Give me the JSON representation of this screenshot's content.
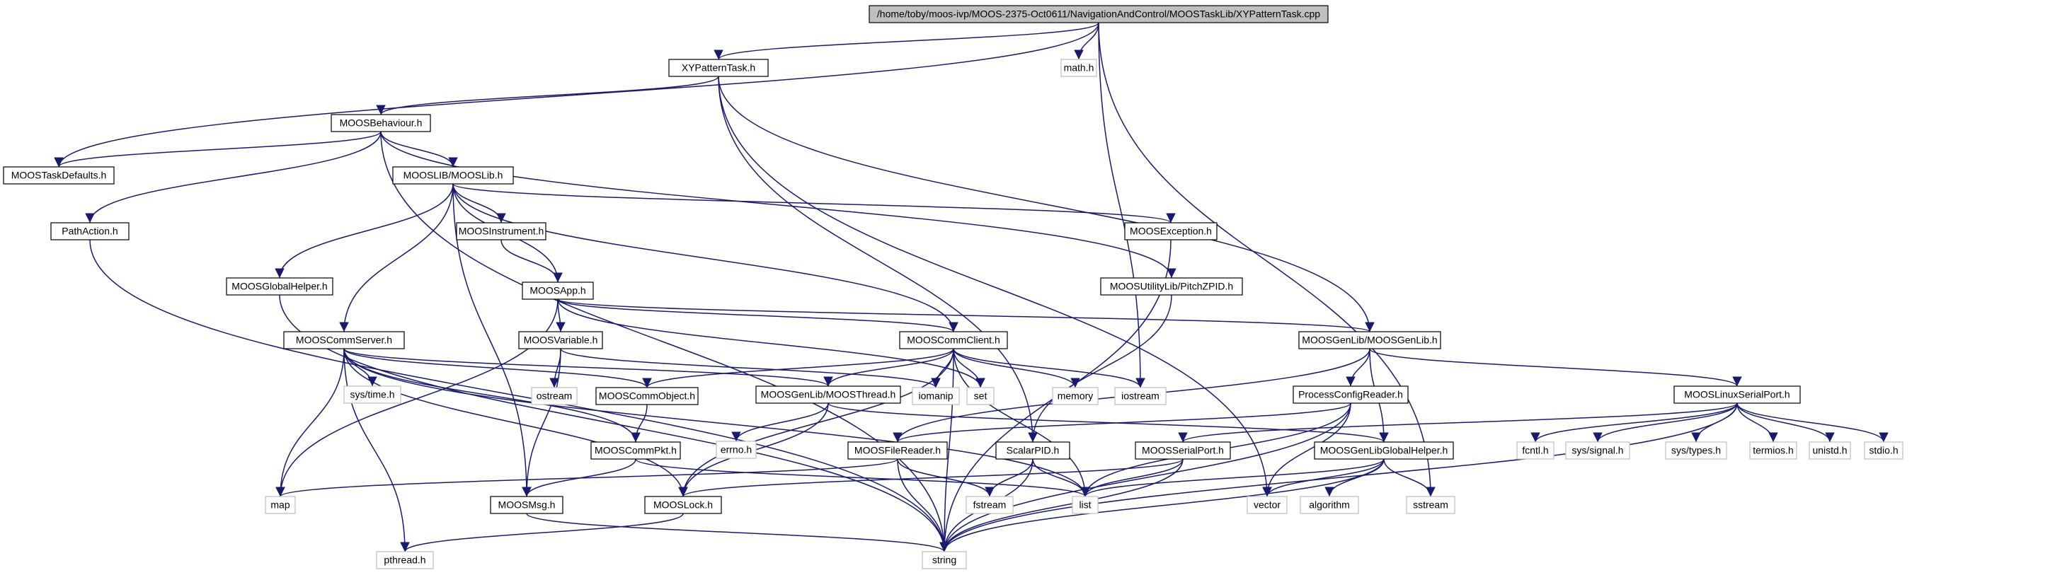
{
  "colors": {
    "edge": "#191970",
    "root_fill": "#bfbfbf",
    "node_border": "#000000",
    "external_border": "#bfbfbf",
    "text": "#000000",
    "external_text": "#000000"
  },
  "nodes": [
    {
      "id": "root",
      "label": "/home/toby/moos-ivp/MOOS-2375-Oct0611/NavigationAndControl/MOOSTaskLib/XYPatternTask.cpp",
      "kind": "root"
    },
    {
      "id": "xy",
      "label": "XYPatternTask.h",
      "kind": "header"
    },
    {
      "id": "math",
      "label": "math.h",
      "kind": "external"
    },
    {
      "id": "beh",
      "label": "MOOSBehaviour.h",
      "kind": "header"
    },
    {
      "id": "taskdef",
      "label": "MOOSTaskDefaults.h",
      "kind": "header"
    },
    {
      "id": "moosliblib",
      "label": "MOOSLIB/MOOSLib.h",
      "kind": "header"
    },
    {
      "id": "pathaction",
      "label": "PathAction.h",
      "kind": "header"
    },
    {
      "id": "instrument",
      "label": "MOOSInstrument.h",
      "kind": "header"
    },
    {
      "id": "exception",
      "label": "MOOSException.h",
      "kind": "header"
    },
    {
      "id": "globalhelper",
      "label": "MOOSGlobalHelper.h",
      "kind": "header"
    },
    {
      "id": "app",
      "label": "MOOSApp.h",
      "kind": "header"
    },
    {
      "id": "pitchzpid",
      "label": "MOOSUtilityLib/PitchZPID.h",
      "kind": "header"
    },
    {
      "id": "commserver",
      "label": "MOOSCommServer.h",
      "kind": "header"
    },
    {
      "id": "variable",
      "label": "MOOSVariable.h",
      "kind": "header"
    },
    {
      "id": "commclient",
      "label": "MOOSCommClient.h",
      "kind": "header"
    },
    {
      "id": "genlib",
      "label": "MOOSGenLib/MOOSGenLib.h",
      "kind": "header"
    },
    {
      "id": "systime",
      "label": "sys/time.h",
      "kind": "external"
    },
    {
      "id": "ostream",
      "label": "ostream",
      "kind": "external"
    },
    {
      "id": "commobject",
      "label": "MOOSCommObject.h",
      "kind": "header"
    },
    {
      "id": "thread",
      "label": "MOOSGenLib/MOOSThread.h",
      "kind": "header"
    },
    {
      "id": "iomanip",
      "label": "iomanip",
      "kind": "external"
    },
    {
      "id": "set",
      "label": "set",
      "kind": "external"
    },
    {
      "id": "memory",
      "label": "memory",
      "kind": "external"
    },
    {
      "id": "iostream",
      "label": "iostream",
      "kind": "external"
    },
    {
      "id": "processconfig",
      "label": "ProcessConfigReader.h",
      "kind": "header"
    },
    {
      "id": "linuxserial",
      "label": "MOOSLinuxSerialPort.h",
      "kind": "header"
    },
    {
      "id": "commpkt",
      "label": "MOOSCommPkt.h",
      "kind": "header"
    },
    {
      "id": "errno",
      "label": "errno.h",
      "kind": "external"
    },
    {
      "id": "filereader",
      "label": "MOOSFileReader.h",
      "kind": "header"
    },
    {
      "id": "scalarpid",
      "label": "ScalarPID.h",
      "kind": "header"
    },
    {
      "id": "serialport",
      "label": "MOOSSerialPort.h",
      "kind": "header"
    },
    {
      "id": "genlibhelper",
      "label": "MOOSGenLibGlobalHelper.h",
      "kind": "header"
    },
    {
      "id": "fcntl",
      "label": "fcntl.h",
      "kind": "external"
    },
    {
      "id": "syssignal",
      "label": "sys/signal.h",
      "kind": "external"
    },
    {
      "id": "systypes",
      "label": "sys/types.h",
      "kind": "external"
    },
    {
      "id": "termios",
      "label": "termios.h",
      "kind": "external"
    },
    {
      "id": "unistd",
      "label": "unistd.h",
      "kind": "external"
    },
    {
      "id": "stdio",
      "label": "stdio.h",
      "kind": "external"
    },
    {
      "id": "map",
      "label": "map",
      "kind": "external"
    },
    {
      "id": "moosmsg",
      "label": "MOOSMsg.h",
      "kind": "header"
    },
    {
      "id": "lock",
      "label": "MOOSLock.h",
      "kind": "header"
    },
    {
      "id": "fstream",
      "label": "fstream",
      "kind": "external"
    },
    {
      "id": "list",
      "label": "list",
      "kind": "external"
    },
    {
      "id": "vector",
      "label": "vector",
      "kind": "external"
    },
    {
      "id": "algorithm",
      "label": "algorithm",
      "kind": "external"
    },
    {
      "id": "sstream",
      "label": "sstream",
      "kind": "external"
    },
    {
      "id": "pthread",
      "label": "pthread.h",
      "kind": "external"
    },
    {
      "id": "string",
      "label": "string",
      "kind": "external"
    }
  ],
  "edges": [
    [
      "root",
      "xy"
    ],
    [
      "root",
      "math"
    ],
    [
      "root",
      "taskdef"
    ],
    [
      "root",
      "iostream"
    ],
    [
      "root",
      "sstream"
    ],
    [
      "xy",
      "beh"
    ],
    [
      "xy",
      "vector"
    ],
    [
      "xy",
      "genlib"
    ],
    [
      "xy",
      "scalarpid"
    ],
    [
      "beh",
      "taskdef"
    ],
    [
      "beh",
      "moosliblib"
    ],
    [
      "beh",
      "pathaction"
    ],
    [
      "beh",
      "pitchzpid"
    ],
    [
      "beh",
      "string"
    ],
    [
      "moosliblib",
      "instrument"
    ],
    [
      "moosliblib",
      "exception"
    ],
    [
      "moosliblib",
      "globalhelper"
    ],
    [
      "moosliblib",
      "app"
    ],
    [
      "moosliblib",
      "commserver"
    ],
    [
      "moosliblib",
      "commclient"
    ],
    [
      "moosliblib",
      "moosmsg"
    ],
    [
      "pathaction",
      "string"
    ],
    [
      "instrument",
      "app"
    ],
    [
      "exception",
      "string"
    ],
    [
      "globalhelper",
      "string"
    ],
    [
      "app",
      "variable"
    ],
    [
      "app",
      "commclient"
    ],
    [
      "app",
      "genlib"
    ],
    [
      "app",
      "map"
    ],
    [
      "app",
      "set"
    ],
    [
      "pitchzpid",
      "scalarpid"
    ],
    [
      "commserver",
      "systime"
    ],
    [
      "commserver",
      "commobject"
    ],
    [
      "commserver",
      "thread"
    ],
    [
      "commserver",
      "commpkt"
    ],
    [
      "commserver",
      "map"
    ],
    [
      "commserver",
      "lock"
    ],
    [
      "commserver",
      "pthread"
    ],
    [
      "commserver",
      "list"
    ],
    [
      "variable",
      "ostream"
    ],
    [
      "variable",
      "iomanip"
    ],
    [
      "variable",
      "moosmsg"
    ],
    [
      "commclient",
      "commobject"
    ],
    [
      "commclient",
      "thread"
    ],
    [
      "commclient",
      "iomanip"
    ],
    [
      "commclient",
      "set"
    ],
    [
      "commclient",
      "memory"
    ],
    [
      "commclient",
      "iostream"
    ],
    [
      "commclient",
      "lock"
    ],
    [
      "commclient",
      "string"
    ],
    [
      "commclient",
      "list"
    ],
    [
      "genlib",
      "processconfig"
    ],
    [
      "genlib",
      "linuxserial"
    ],
    [
      "genlib",
      "genlibhelper"
    ],
    [
      "genlib",
      "filereader"
    ],
    [
      "commobject",
      "commpkt"
    ],
    [
      "thread",
      "errno"
    ],
    [
      "thread",
      "lock"
    ],
    [
      "thread",
      "genlibhelper"
    ],
    [
      "processconfig",
      "filereader"
    ],
    [
      "processconfig",
      "vector"
    ],
    [
      "processconfig",
      "list"
    ],
    [
      "processconfig",
      "string"
    ],
    [
      "linuxserial",
      "serialport"
    ],
    [
      "linuxserial",
      "fcntl"
    ],
    [
      "linuxserial",
      "syssignal"
    ],
    [
      "linuxserial",
      "systypes"
    ],
    [
      "linuxserial",
      "termios"
    ],
    [
      "linuxserial",
      "unistd"
    ],
    [
      "linuxserial",
      "stdio"
    ],
    [
      "linuxserial",
      "string"
    ],
    [
      "commpkt",
      "moosmsg"
    ],
    [
      "commpkt",
      "list"
    ],
    [
      "filereader",
      "map"
    ],
    [
      "filereader",
      "fstream"
    ],
    [
      "filereader",
      "string"
    ],
    [
      "scalarpid",
      "list"
    ],
    [
      "scalarpid",
      "fstream"
    ],
    [
      "scalarpid",
      "string"
    ],
    [
      "serialport",
      "lock"
    ],
    [
      "serialport",
      "list"
    ],
    [
      "serialport",
      "string"
    ],
    [
      "genlibhelper",
      "list"
    ],
    [
      "genlibhelper",
      "vector"
    ],
    [
      "genlibhelper",
      "algorithm"
    ],
    [
      "genlibhelper",
      "sstream"
    ],
    [
      "genlibhelper",
      "string"
    ],
    [
      "moosmsg",
      "string"
    ],
    [
      "lock",
      "pthread"
    ]
  ]
}
